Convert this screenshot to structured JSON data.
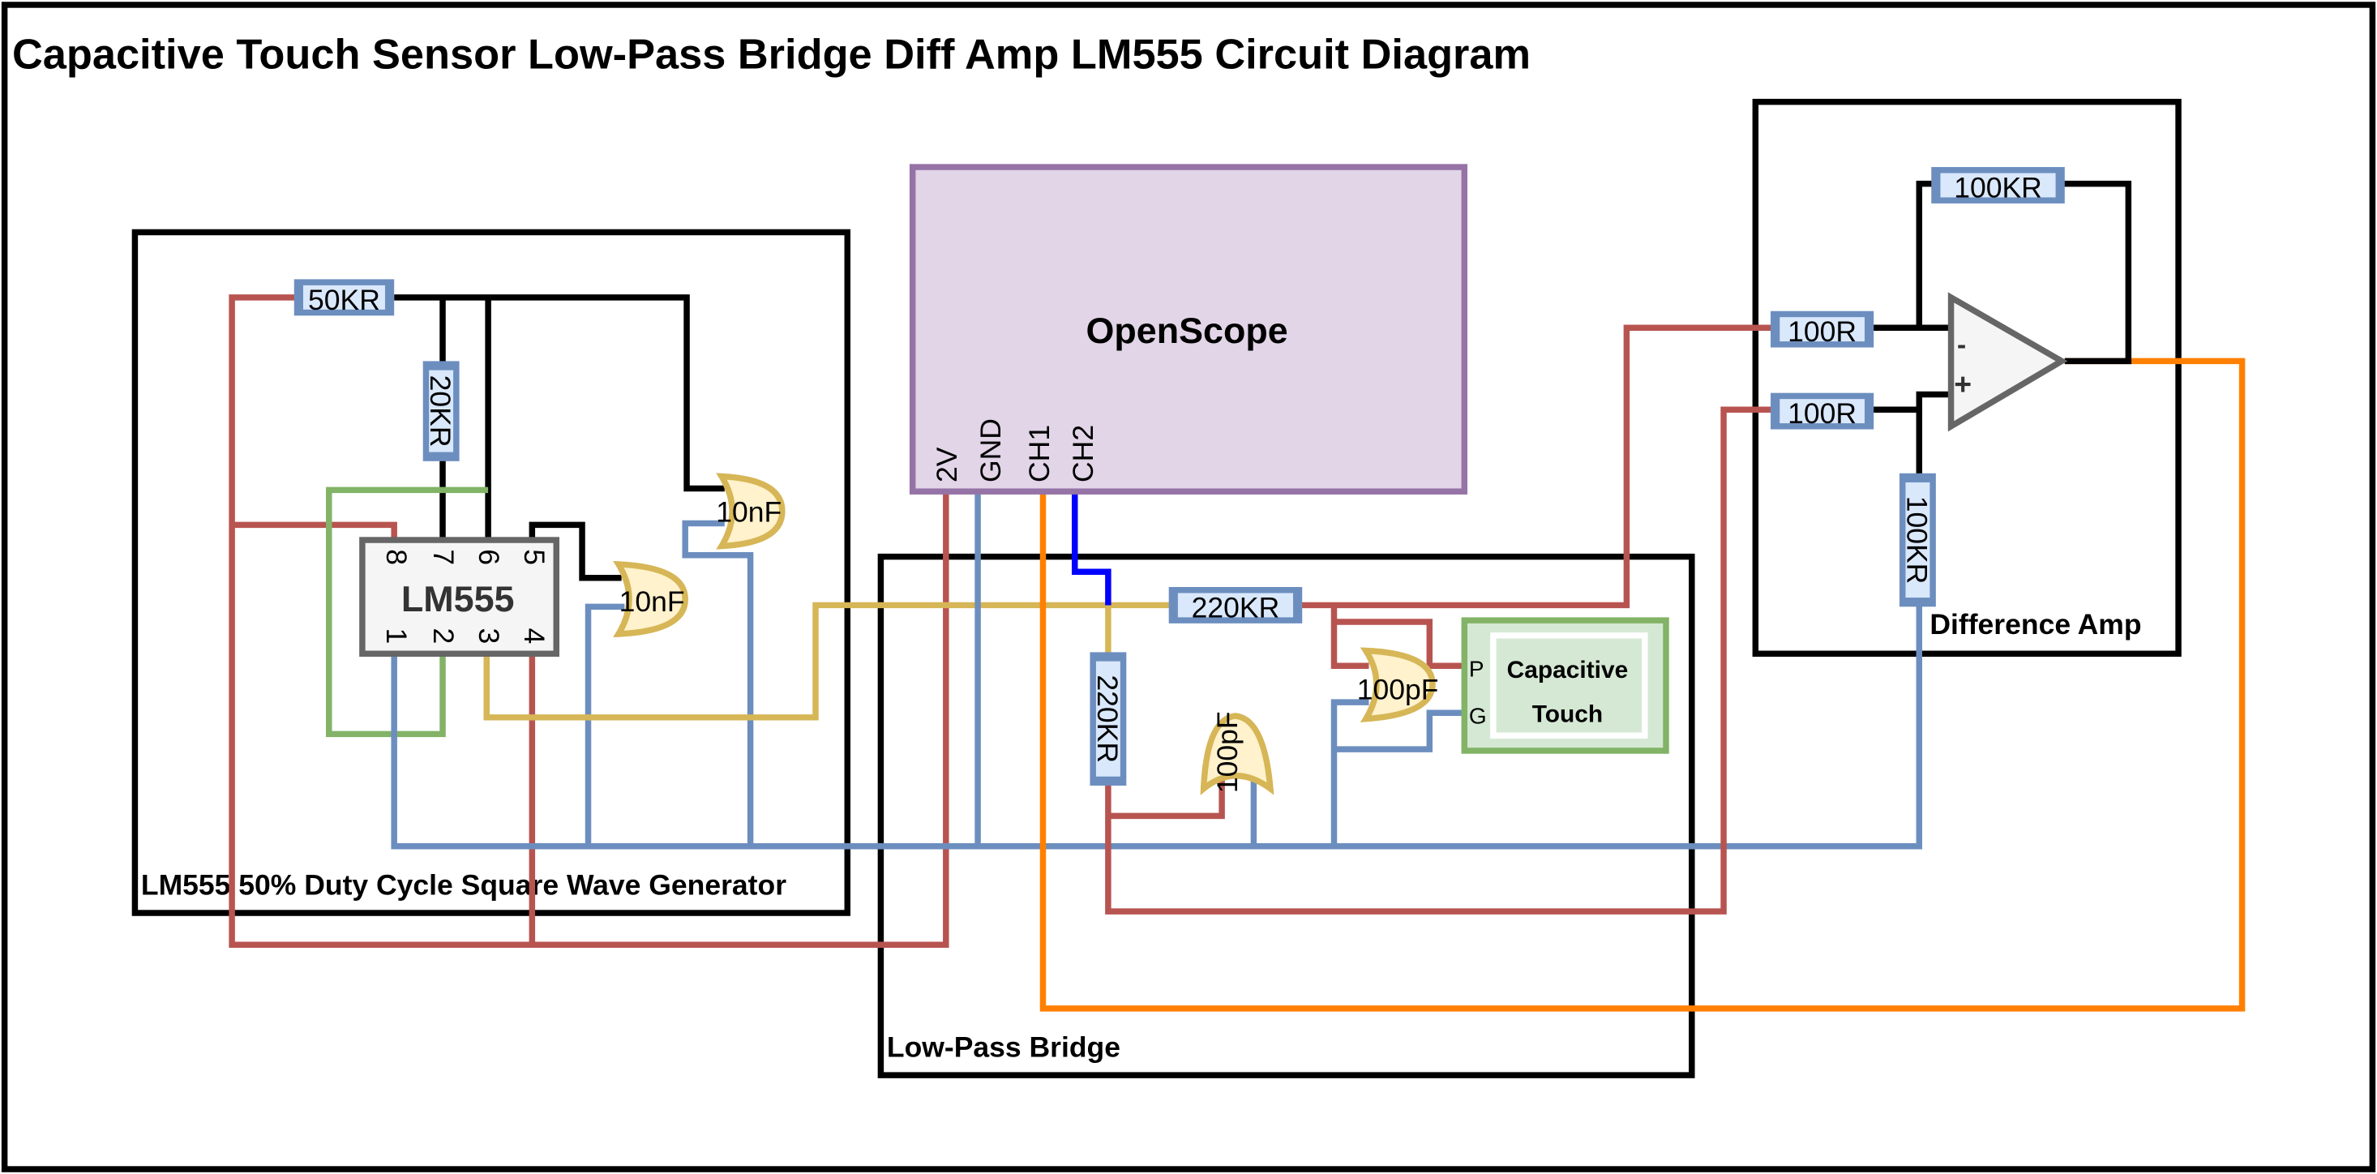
{
  "title": "Capacitive Touch Sensor Low-Pass Bridge Diff Amp LM555 Circuit Diagram",
  "groups": {
    "generator": "LM555 50% Duty Cycle  Square Wave Generator",
    "bridge": "Low-Pass Bridge",
    "diffamp": "Difference Amp"
  },
  "openscope": {
    "label": "OpenScope",
    "pins": [
      "2V",
      "GND",
      "CH1",
      "CH2"
    ]
  },
  "lm555": {
    "label": "LM555",
    "top_pins": [
      "8",
      "7",
      "6",
      "5"
    ],
    "bottom_pins": [
      "1",
      "2",
      "3",
      "4"
    ]
  },
  "components": {
    "r50k": "50KR",
    "r20k": "20KR",
    "c10nf_a": "10nF",
    "c10nf_b": "10nF",
    "r220k_h": "220KR",
    "r220k_v": "220KR",
    "c100pf_v": "100pF",
    "c100pf_h": "100pF",
    "r100_a": "100R",
    "r100_b": "100R",
    "r100k_fb": "100KR",
    "r100k_gnd": "100KR"
  },
  "touch": {
    "label_line1": "Capacitive",
    "label_line2": "Touch",
    "pin_p": "P",
    "pin_g": "G"
  },
  "opamp": {
    "minus": "-",
    "plus": "+"
  },
  "colors": {
    "power": "#b85450",
    "ground": "#6c8ebf",
    "signal": "#d6b656",
    "output": "#ff8000",
    "ch2": "#0000ff",
    "scope_fill": "#e1d5e7",
    "scope_stroke": "#9673a6"
  }
}
